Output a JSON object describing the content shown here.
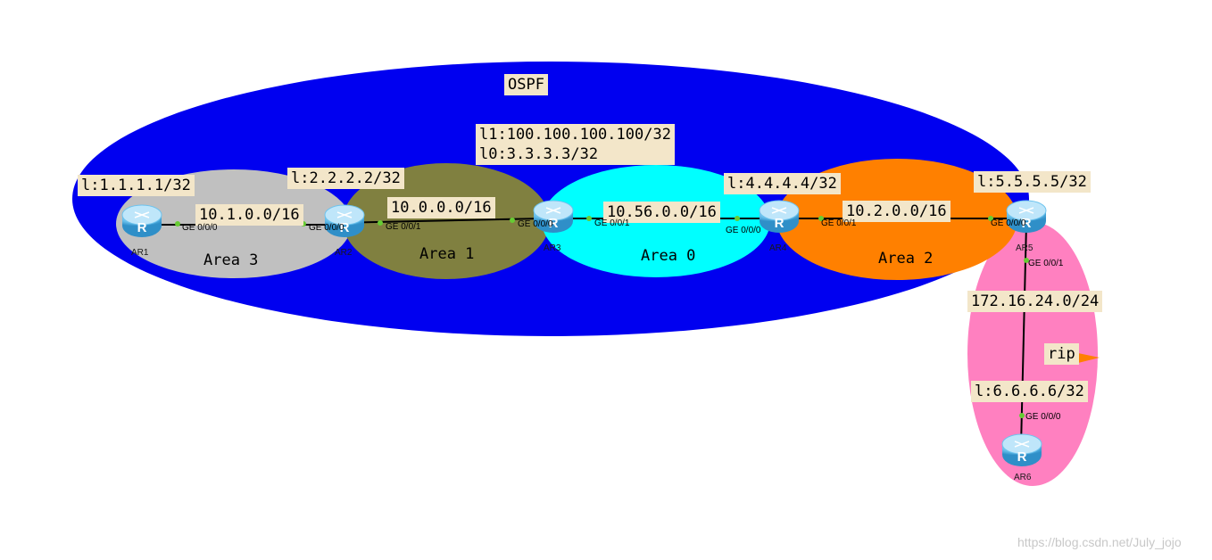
{
  "title": "OSPF",
  "areas": {
    "area3": "Area 3",
    "area1": "Area 1",
    "area0": "Area 0",
    "area2": "Area 2"
  },
  "rip": "rip",
  "routers": [
    {
      "name": "AR1",
      "loopback": "l:1.1.1.1/32"
    },
    {
      "name": "AR2",
      "loopback": "l:2.2.2.2/32"
    },
    {
      "name": "AR3",
      "loopback": "l1:100.100.100.100/32\nl0:3.3.3.3/32"
    },
    {
      "name": "AR4",
      "loopback": "l:4.4.4.4/32"
    },
    {
      "name": "AR5",
      "loopback": "l:5.5.5.5/32"
    },
    {
      "name": "AR6",
      "loopback": "l:6.6.6.6/32"
    }
  ],
  "links": [
    {
      "network": "10.1.0.0/16",
      "port_a": "GE 0/0/0",
      "port_b": "GE 0/0/0"
    },
    {
      "network": "10.0.0.0/16",
      "port_a": "GE 0/0/1",
      "port_b": "GE 0/0/0"
    },
    {
      "network": "10.56.0.0/16",
      "port_a": "GE 0/0/1",
      "port_b": "GE 0/0/0"
    },
    {
      "network": "10.2.0.0/16",
      "port_a": "GE 0/0/1",
      "port_b": "GE 0/0/0"
    },
    {
      "network": "172.16.24.0/24",
      "port_a": "GE 0/0/1",
      "port_b": "GE 0/0/0"
    }
  ],
  "colors": {
    "ospf": "#0000f0",
    "area3": "#c0c0c0",
    "area1": "#808040",
    "area0": "#00ffff",
    "area2": "#ff8000",
    "rip": "#ff80c0",
    "label_bg": "#f3e6c9",
    "router": "#5ab4e8",
    "port_dot": "#66cc33"
  },
  "watermark": "https://blog.csdn.net/July_jojo"
}
